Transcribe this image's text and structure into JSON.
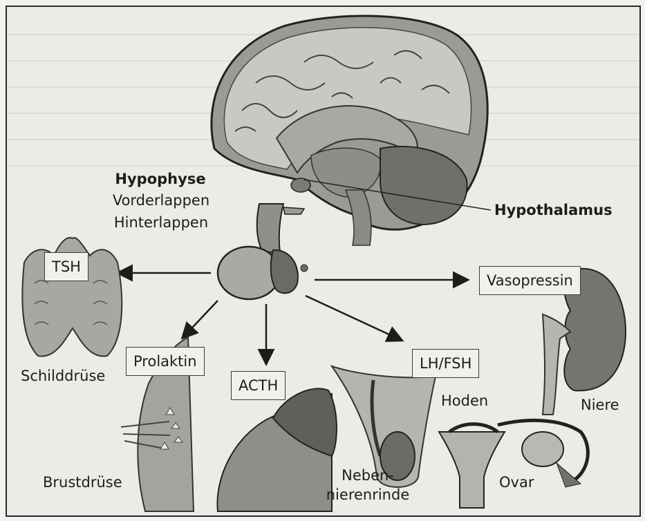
{
  "labels": {
    "hypophyse_title": "Hypophyse",
    "vorderlappen": "Vorderlappen",
    "hinterlappen": "Hinterlappen",
    "hypothalamus": "Hypothalamus",
    "schilddruese": "Schilddrüse",
    "brustdruese": "Brustdrüse",
    "nebennierenrinde_line1": "Neben-",
    "nebennierenrinde_line2": "nierenrinde",
    "hoden": "Hoden",
    "ovar": "Ovar",
    "niere": "Niere"
  },
  "hormones": {
    "tsh": "TSH",
    "prolaktin": "Prolaktin",
    "acth": "ACTH",
    "lh_fsh": "LH/FSH",
    "vasopressin": "Vasopressin"
  }
}
